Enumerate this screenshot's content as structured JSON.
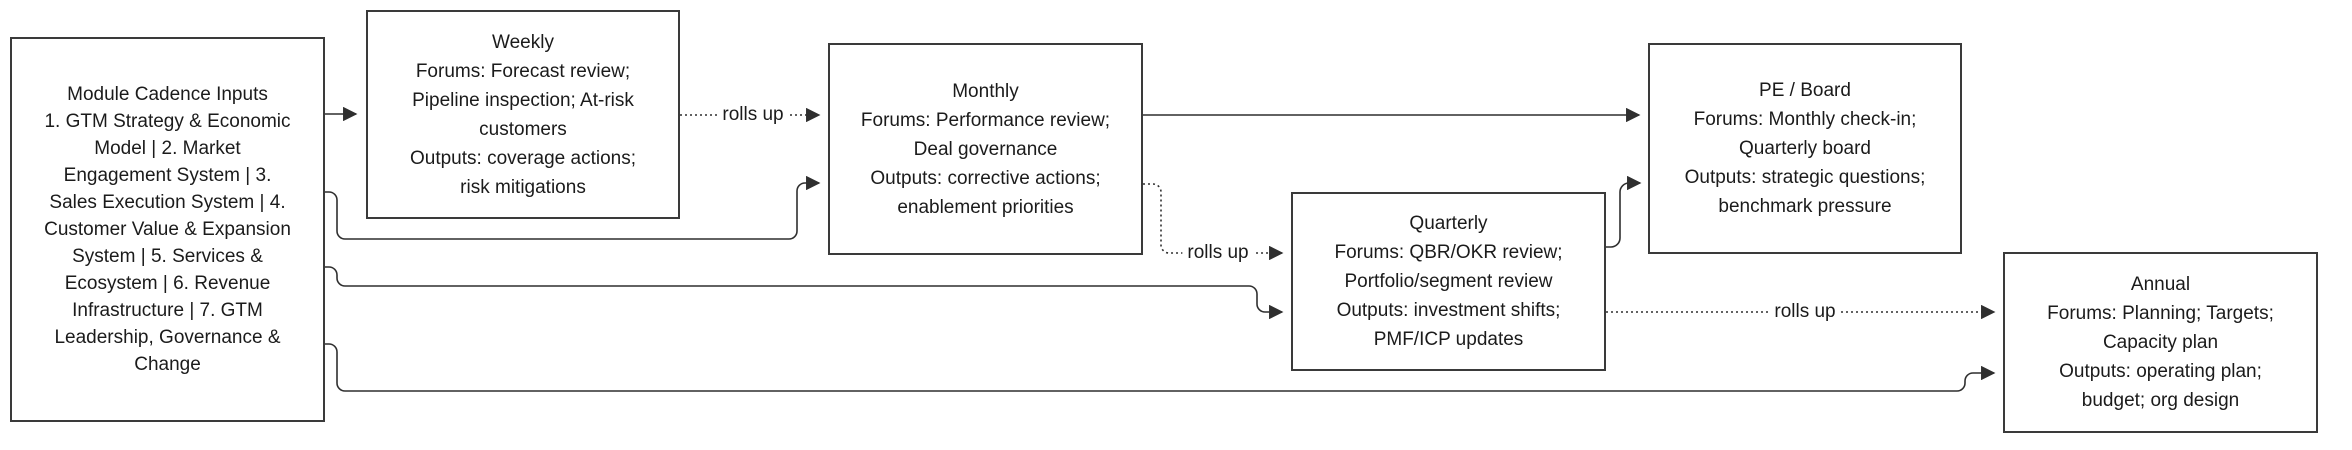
{
  "canvas": {
    "background": "#ffffff",
    "stroke_color": "#3a3a3a",
    "text_color": "#1b1b1b"
  },
  "nodes": {
    "inputs": {
      "title": "Module Cadence Inputs",
      "body": "1. GTM Strategy & Economic Model | 2. Market Engagement System | 3. Sales Execution System | 4. Customer Value & Expansion System | 5. Services & Ecosystem | 6. Revenue Infrastructure | 7. GTM Leadership, Governance & Change"
    },
    "weekly": {
      "title": "Weekly",
      "forums": "Forums: Forecast review; Pipeline inspection; At-risk customers",
      "outputs": "Outputs: coverage actions; risk mitigations"
    },
    "monthly": {
      "title": "Monthly",
      "forums": "Forums: Performance review; Deal governance",
      "outputs": "Outputs: corrective actions; enablement priorities"
    },
    "quarterly": {
      "title": "Quarterly",
      "forums": "Forums: QBR/OKR review; Portfolio/segment review",
      "outputs": "Outputs: investment shifts; PMF/ICP updates"
    },
    "pe_board": {
      "title": "PE / Board",
      "forums": "Forums: Monthly check-in; Quarterly board",
      "outputs": "Outputs: strategic questions; benchmark pressure"
    },
    "annual": {
      "title": "Annual",
      "forums": "Forums: Planning; Targets; Capacity plan",
      "outputs": "Outputs: operating plan; budget; org design"
    }
  },
  "edges": {
    "weekly_to_monthly_label": "rolls up",
    "monthly_to_quarterly_label": "rolls up",
    "quarterly_to_annual_label": "rolls up"
  }
}
